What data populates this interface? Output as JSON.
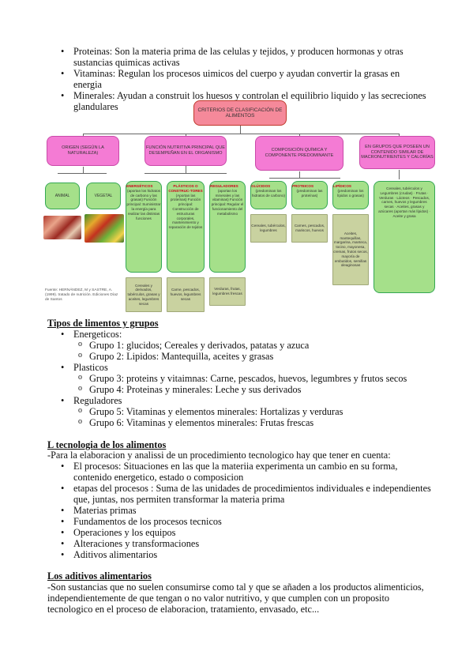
{
  "intro_bullets": [
    "Proteinas: Son la materia prima de las celulas y tejidos, y producen hormonas y otras sustancias quimicas activas",
    "Vitaminas: Regulan los procesos uimicos del cuerpo y ayudan  convertir la grasas en energia",
    "Minerales: Ayudan a construit los huesos y controlan el equilibrio liquido y las secreciones glandulares"
  ],
  "diagram": {
    "title": "CRITERIOS DE CLASIFICACIÓN DE ALIMENTOS",
    "criteria": [
      "ORIGEN (SEGÚN LA NATURALEZA)",
      "FUNCIÓN NUTRITIVA PRINCIPAL QUE DESEMPEÑAN EN EL ORGANISMO",
      "COMPOSICIÓN QUÍMICA Y COMPONENTE PREDOMINANTE",
      "EN GRUPOS QUE POSEEN UN CONTENIDO SIMILAR DE MACRONUTRIENTES Y CALORÍAS"
    ],
    "origin": [
      "ANIMAL",
      "VEGETAL"
    ],
    "function_boxes": [
      {
        "title": "ENERGÉTICOS",
        "text": "(aportan los hidratos de carbono y las grasas) Función principal: Suministrar la energía para realizar las distintas funciones"
      },
      {
        "title": "PLÁSTICOS O CONSTRUC-TORES",
        "text": "(Aportan las proteínas) Función principal: Construcción de estructuras corporales, mantenimiento y reparación de tejidos"
      },
      {
        "title": "REGULADORES",
        "text": "(aportan los minerales y las vitaminas) Función principal: Regular el funcionamiento del metabolismo"
      }
    ],
    "function_examples": [
      "Cereales y derivados, tubérculos, grasas y aceites, legumbres secas",
      "Carne, pescados, huevos, legumbres secas",
      "Verduras, frutas, legumbres frescas"
    ],
    "composition_boxes": [
      {
        "title": "GLÚCIDOS",
        "text": "(predominan los hidratos de carbono)"
      },
      {
        "title": "PROTEICOS",
        "text": "(predominan las proteínas)"
      },
      {
        "title": "LIPÍDICOS",
        "text": "(predominan los lípidos o grasas)"
      }
    ],
    "composition_examples": [
      "Cereales, tubérculos, legumbres",
      "Carnes, pescados, mariscos, huevos",
      "Aceites, mantequillas, margarina, manteca, tocino, mayonesa, cremas, frutos secos, mayoría de embutidos, semillas oleaginosas"
    ],
    "groups_text": "Cereales, tubérculos y Legumbres (crudas) · Frutas · Verduras · Lácteos · Pescados, carnes, huevos y legumbres secas · Aceites, grasas y azúcares (aportan más lípidos) · Aceite y grasa",
    "source": "Fuente: HERNÁNDEZ, M y SASTRE, A. (1999). tratado de nutrición. Ediciones Díaz de Santos"
  },
  "tipos": {
    "heading": "Tipos de limentos y grupos",
    "categories": [
      {
        "name": "Energeticos:",
        "groups": [
          "Grupo 1: glucidos; Cereales y derivados, patatas y azuca",
          "Grupo 2: Lipidos: Mantequilla, aceites y grasas"
        ]
      },
      {
        "name": "Plasticos",
        "groups": [
          "Grupo 3: proteins y vitaimnas: Carne, pescados, huevos, legumbres y frutos secos",
          "Grupo 4: Proteinas y minerales: Leche y sus derivados"
        ]
      },
      {
        "name": "Reguladores",
        "groups": [
          "Grupo 5: Vitaminas y elementos minerales: Hortalizas y verduras",
          "Grupo 6: Vitaminas y elementos minerales: Frutas frescas"
        ]
      }
    ]
  },
  "tecnologia": {
    "heading": "L tecnologia de los alimentos",
    "intro": "-Para la elaboracion y analissi de un procedimiento tecnologico hay que tener en cuenta:",
    "items": [
      "El procesos: Situaciones en las que la materiia experimenta un cambio en su forma, contenido energetico, estado o composicion",
      "etapas del procesos : Suma de las unidades de procedimientos individuales e independientes que, juntas, nos permiten transformar la materia prima",
      "Materias primas",
      "Fundamentos de los procesos tecnicos",
      "Operaciones y los equipos",
      "Alteraciones y transformaciones",
      "Aditivos alimentarios"
    ]
  },
  "aditivos": {
    "heading": "Los aditivos alimentarios",
    "text": "-Son sustancias que no suelen consumirse como tal y que se añaden a los productos alimenticios, independientemente de que tengan o no valor nutritivo, y que cumplen con un proposito tecnologico en el proceso de elaboracion, tratamiento, envasado, etc..."
  }
}
